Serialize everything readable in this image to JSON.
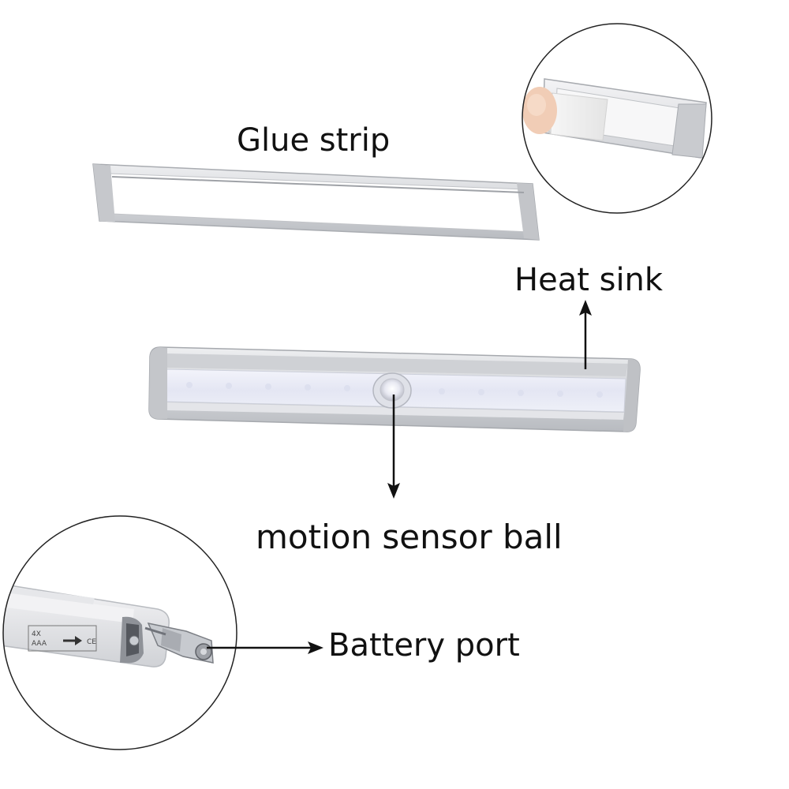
{
  "labels": {
    "glue_strip": "Glue strip",
    "heat_sink": "Heat sink",
    "motion_sensor": "motion sensor ball",
    "battery_port": "Battery port"
  },
  "battery_marking": {
    "count": "4X",
    "type": "AAA",
    "cert": "CE"
  },
  "colors": {
    "aluminum": "#d9dadd",
    "aluminum_dark": "#b9bbbf",
    "diffuser": "#eceef8",
    "arrow": "#111111",
    "text": "#111111"
  },
  "icons": [
    "arrow-up-icon",
    "arrow-down-icon",
    "arrow-right-icon",
    "battery-direction-arrow-icon"
  ]
}
